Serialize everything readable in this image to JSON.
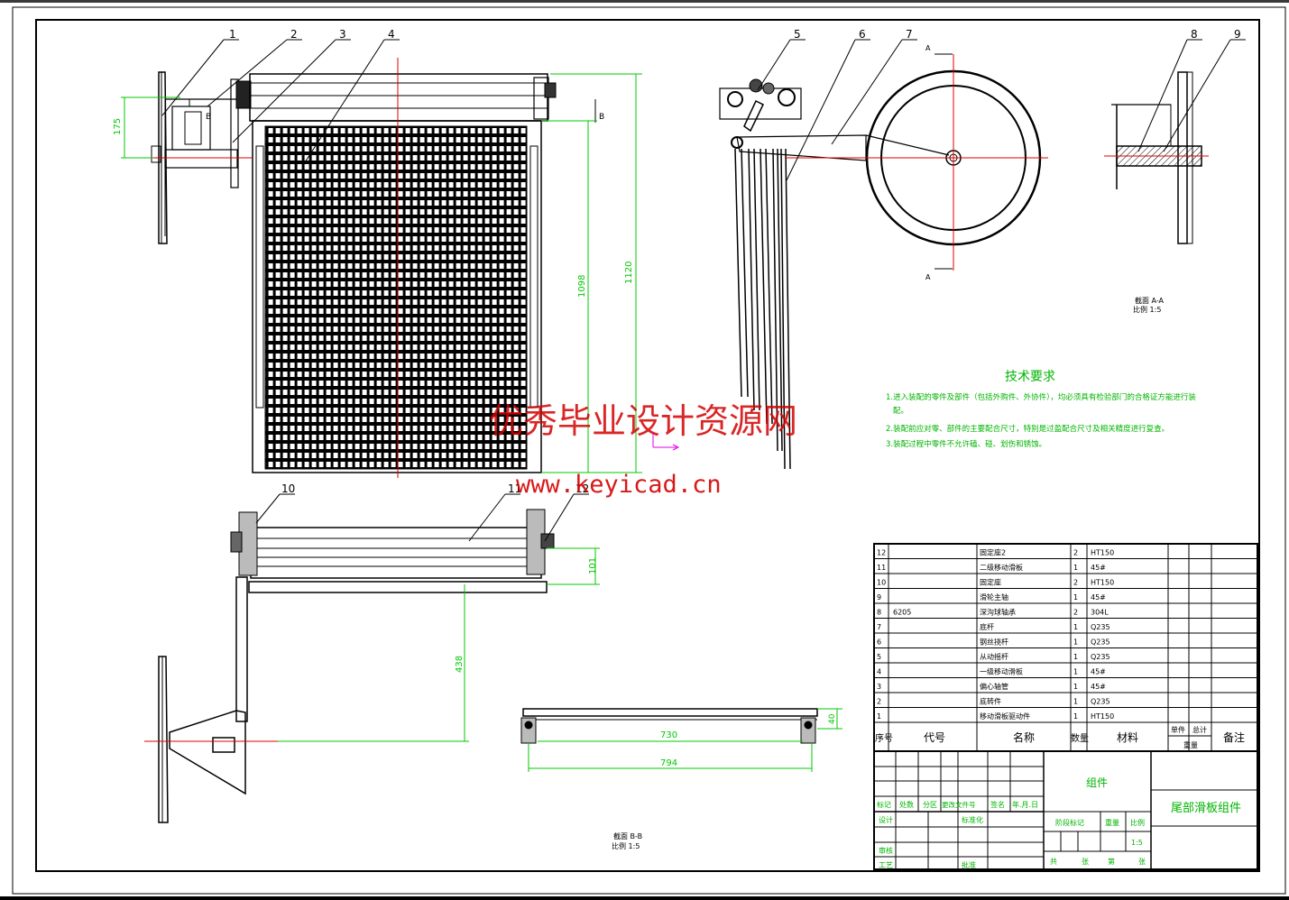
{
  "drawing": {
    "part_numbers": [
      "1",
      "2",
      "3",
      "4",
      "5",
      "6",
      "7",
      "8",
      "9",
      "10",
      "11",
      "12"
    ],
    "section_marks": {
      "b": "B",
      "a": "A"
    },
    "dimensions": {
      "d175": "175",
      "d1098": "1098",
      "d1120": "1120",
      "d101": "101",
      "d438": "438",
      "d40": "40",
      "d730": "730",
      "d794": "794"
    },
    "views": {
      "section_aa": {
        "title": "截面 A-A",
        "scale": "比例 1:5"
      },
      "section_bb": {
        "title": "截面 B-B",
        "scale": "比例 1:5"
      }
    }
  },
  "tech_requirements": {
    "title": "技术要求",
    "items": [
      "1.进入装配的零件及部件（包括外购件、外协件），均必须具有检验部门的合格证方能进行装",
      "配。",
      "2.装配前应对零、部件的主要配合尺寸，特别是过盈配合尺寸及相关精度进行复查。",
      "3.装配过程中零件不允许磕、碰、划伤和锈蚀。"
    ]
  },
  "bom": {
    "rows": [
      {
        "no": "12",
        "code": "",
        "name": "固定座2",
        "qty": "2",
        "material": "HT150"
      },
      {
        "no": "11",
        "code": "",
        "name": "二级移动滑板",
        "qty": "1",
        "material": "45#"
      },
      {
        "no": "10",
        "code": "",
        "name": "固定座",
        "qty": "2",
        "material": "HT150"
      },
      {
        "no": "9",
        "code": "",
        "name": "滑轮主轴",
        "qty": "1",
        "material": "45#"
      },
      {
        "no": "8",
        "code": "6205",
        "name": "深沟球轴承",
        "qty": "2",
        "material": "304L"
      },
      {
        "no": "7",
        "code": "",
        "name": "底杆",
        "qty": "1",
        "material": "Q235"
      },
      {
        "no": "6",
        "code": "",
        "name": "钢丝挠杆",
        "qty": "1",
        "material": "Q235"
      },
      {
        "no": "5",
        "code": "",
        "name": "从动摇杆",
        "qty": "1",
        "material": "Q235"
      },
      {
        "no": "4",
        "code": "",
        "name": "一级移动滑板",
        "qty": "1",
        "material": "45#"
      },
      {
        "no": "3",
        "code": "",
        "name": "偏心轴管",
        "qty": "1",
        "material": "45#"
      },
      {
        "no": "2",
        "code": "",
        "name": "底转件",
        "qty": "1",
        "material": "Q235"
      },
      {
        "no": "1",
        "code": "",
        "name": "移动滑板驱动件",
        "qty": "1",
        "material": "HT150"
      }
    ],
    "header": {
      "no": "序号",
      "code": "代号",
      "name": "名称",
      "qty": "数量",
      "material": "材料",
      "unit_weight": "单件",
      "total_weight": "总计",
      "weight": "重量",
      "remark": "备注"
    }
  },
  "title_block": {
    "left_labels": {
      "mark": "标记",
      "count": "处数",
      "zone": "分区",
      "doc_no": "更改文件号",
      "sign": "签名",
      "date": "年.月.日"
    },
    "design": "设计",
    "standardize": "标准化",
    "review": "审核",
    "process": "工艺",
    "approve": "批准",
    "material_label": "组件",
    "stage_mark": "阶段标记",
    "weight": "重量",
    "scale_label": "比例",
    "scale_value": "1:5",
    "sheets": "共",
    "sheet_of": "张",
    "page": "第",
    "page_of": "张",
    "drawing_name": "尾部滑板组件"
  },
  "watermark": {
    "cn": "优秀毕业设计资源网",
    "url": "www.keyicad.cn"
  },
  "colors": {
    "line": "#000000",
    "dim": "#00c800",
    "center": "#e00000",
    "text_green": "#00b400",
    "watermark": "#d40000",
    "magenta": "#e000e0"
  }
}
